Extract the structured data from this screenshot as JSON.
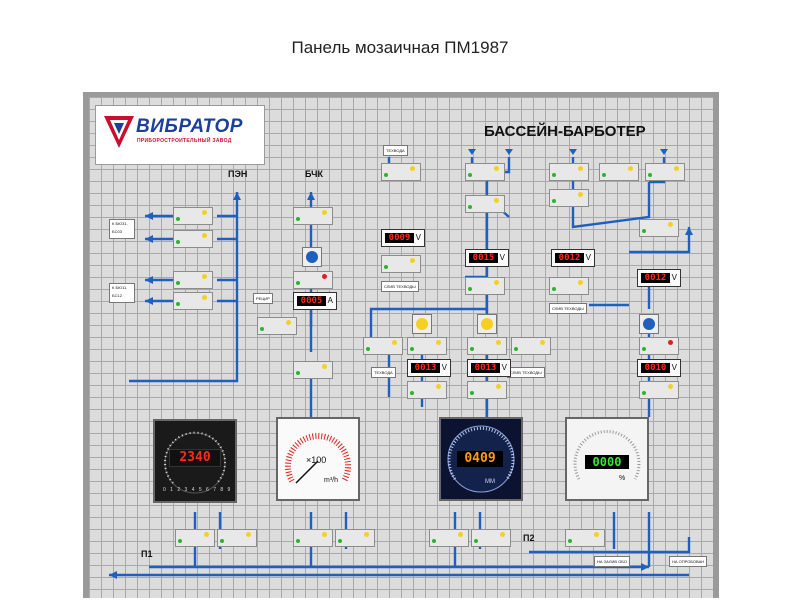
{
  "page_title": "Панель мозаичная ПМ1987",
  "panel": {
    "logo": {
      "brand": "ВИБРАТОР",
      "subtitle": "ПРИБОРОСТРОИТЕЛЬНЫЙ ЗАВОД"
    },
    "section_title": "БАССЕЙН-БАРБОТЕР",
    "labels": {
      "pen": "ПЭН",
      "bchk": "БЧК",
      "p1": "П1",
      "p2": "П2"
    },
    "side_tags": [
      "К БЮ31, БС03",
      "К БЮ11, БС12"
    ],
    "small_tags": [
      "ТЕХВОДА",
      "ТЕХВОДА",
      "РЕЦИР",
      "СЛИВ ТЕХВОДЫ",
      "СЛИВ ТЕХВОДЫ",
      "ТЕХВОДА",
      "СЛИВ ТЕХВОДЫ",
      "НА ЗАЛИВ ОБО",
      "НА ОПРОБОВАН"
    ],
    "meters": [
      {
        "value": "0009",
        "unit": "V"
      },
      {
        "value": "0015",
        "unit": "V"
      },
      {
        "value": "0012",
        "unit": "V"
      },
      {
        "value": "0012",
        "unit": "V"
      },
      {
        "value": "0005",
        "unit": "A"
      },
      {
        "value": "0013",
        "unit": "V"
      },
      {
        "value": "0013",
        "unit": "V"
      },
      {
        "value": "0010",
        "unit": "V"
      }
    ],
    "gauges": [
      {
        "display": "2340",
        "scale": [
          "0",
          "1",
          "2",
          "3",
          "4",
          "5",
          "6",
          "7",
          "8",
          "9",
          "10"
        ]
      },
      {
        "unit_top": "×100",
        "unit_bottom": "m³/h"
      },
      {
        "display": "0409",
        "unit": "MM"
      },
      {
        "display": "0000",
        "unit": "%"
      }
    ],
    "colors": {
      "pipe": "#1f5fbf",
      "panel": "#dcdcdc",
      "lamp_on": "#f5d020",
      "lamp_red": "#e02020",
      "lamp_green": "#2db32d"
    }
  }
}
